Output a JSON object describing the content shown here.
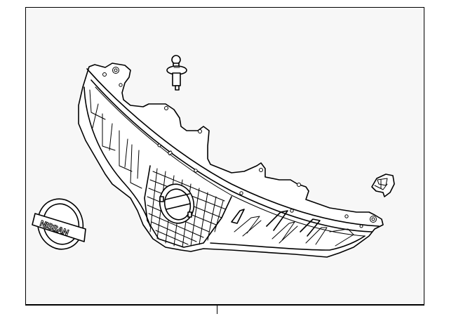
{
  "diagram": {
    "type": "parts-exploded-view",
    "subject": "front grille assembly",
    "background_color": "#f7f7f7",
    "line_color": "#000000",
    "parts": [
      {
        "id": "grille",
        "label": "grille-assembly"
      },
      {
        "id": "clip",
        "label": "push-pin-clip"
      },
      {
        "id": "bracket",
        "label": "retainer-bracket"
      },
      {
        "id": "emblem",
        "label": "emblem",
        "text": "NISSAN"
      }
    ]
  },
  "emblem": {
    "text": "NISSAN"
  }
}
